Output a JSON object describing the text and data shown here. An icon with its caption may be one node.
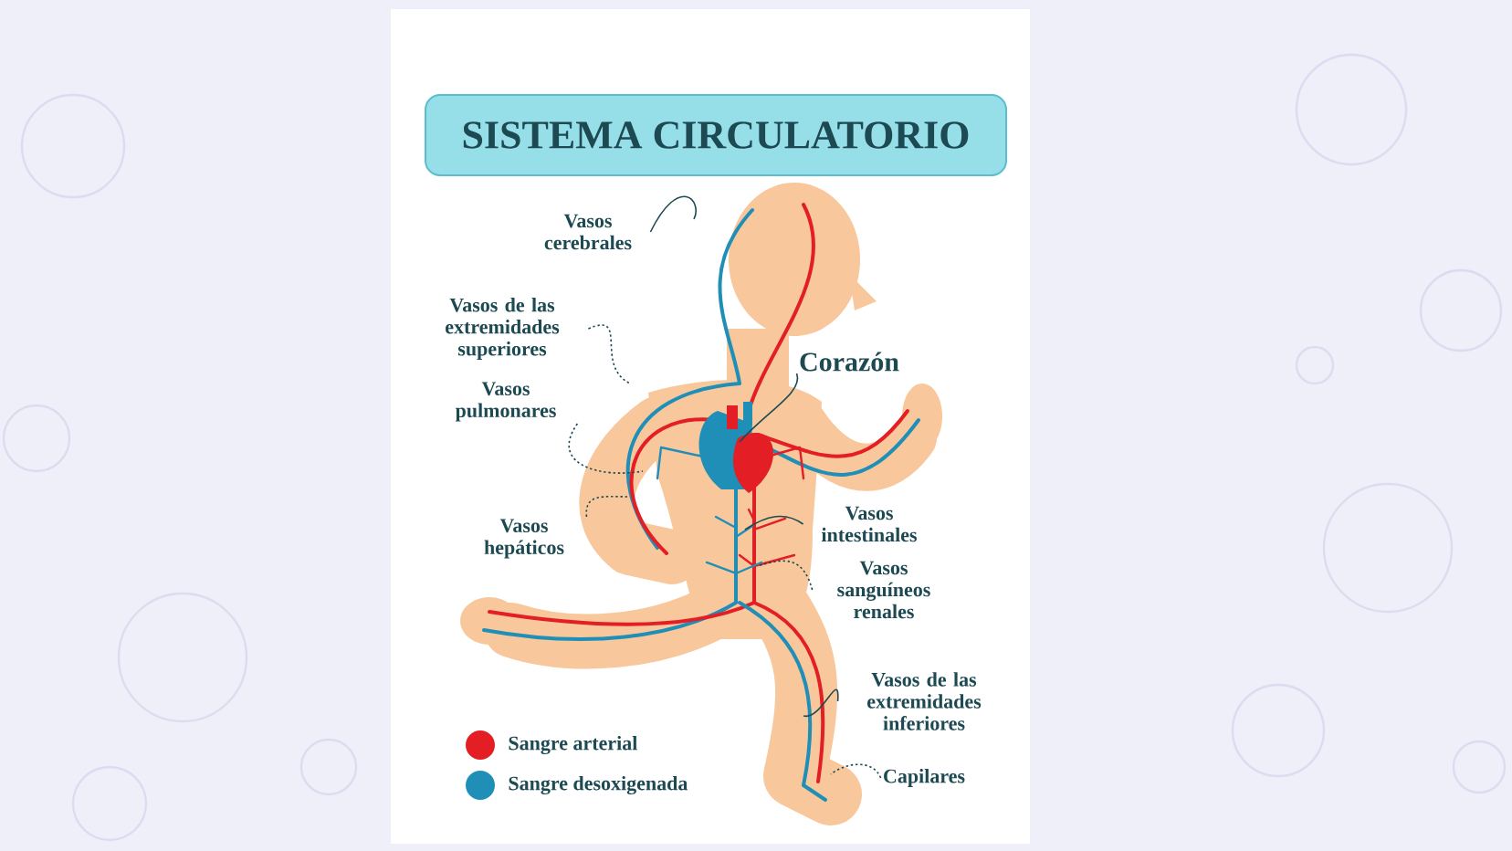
{
  "diagram": {
    "title": "SISTEMA CIRCULATORIO",
    "nodes": [
      {
        "text": [
          "Vasos cerebrales"
        ]
      },
      {
        "text": [
          "Vasos de las extremidades superiores"
        ]
      },
      {
        "text": [
          "Vasos pulmonares"
        ]
      },
      {
        "text": [
          "Corazón"
        ]
      },
      {
        "text": [
          "Vasos hepáticos"
        ]
      },
      {
        "text": [
          "Vasos intestinales"
        ]
      },
      {
        "text": [
          "Vasos sanguíneos renales"
        ]
      },
      {
        "text": [
          "Vasos de las extremidades inferiores"
        ]
      },
      {
        "text": [
          "Capilares"
        ]
      }
    ],
    "edges": [
      {
        "from": 0,
        "to": null,
        "arrow": "none"
      },
      {
        "from": 1,
        "to": null,
        "arrow": "none",
        "style": "dashed"
      },
      {
        "from": 2,
        "to": null,
        "arrow": "none",
        "style": "dashed"
      },
      {
        "from": 3,
        "to": null,
        "arrow": "none"
      },
      {
        "from": 4,
        "to": null,
        "arrow": "none",
        "style": "dashed"
      },
      {
        "from": 5,
        "to": null,
        "arrow": "none"
      },
      {
        "from": 6,
        "to": null,
        "arrow": "none",
        "style": "dashed"
      },
      {
        "from": 7,
        "to": null,
        "arrow": "none"
      },
      {
        "from": 8,
        "to": null,
        "arrow": "none",
        "style": "dashed"
      }
    ],
    "legend": [
      {
        "text": "Sangre arterial",
        "color": "#e31e24"
      },
      {
        "text": "Sangre desoxigenada",
        "color": "#1f8fb8"
      }
    ]
  }
}
